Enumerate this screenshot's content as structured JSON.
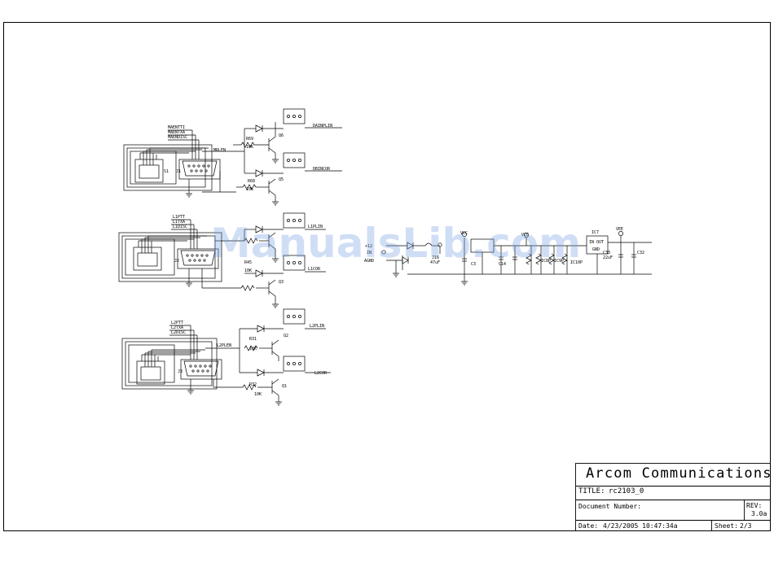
{
  "title_block": {
    "company": "Arcom Communications",
    "title_label": "TITLE:",
    "title_value": "rc2103_0",
    "doc_number_label": "Document Number:",
    "rev_label": "REV:",
    "rev_value": "3.0a",
    "date_label": "Date:",
    "date_value": "4/23/2005 10:47:34a",
    "sheet_label": "Sheet:",
    "sheet_value": "2/3"
  },
  "watermark": "ManualsLib.com",
  "colors": {
    "ink": "#000000",
    "watermark": "#78a0e1"
  }
}
